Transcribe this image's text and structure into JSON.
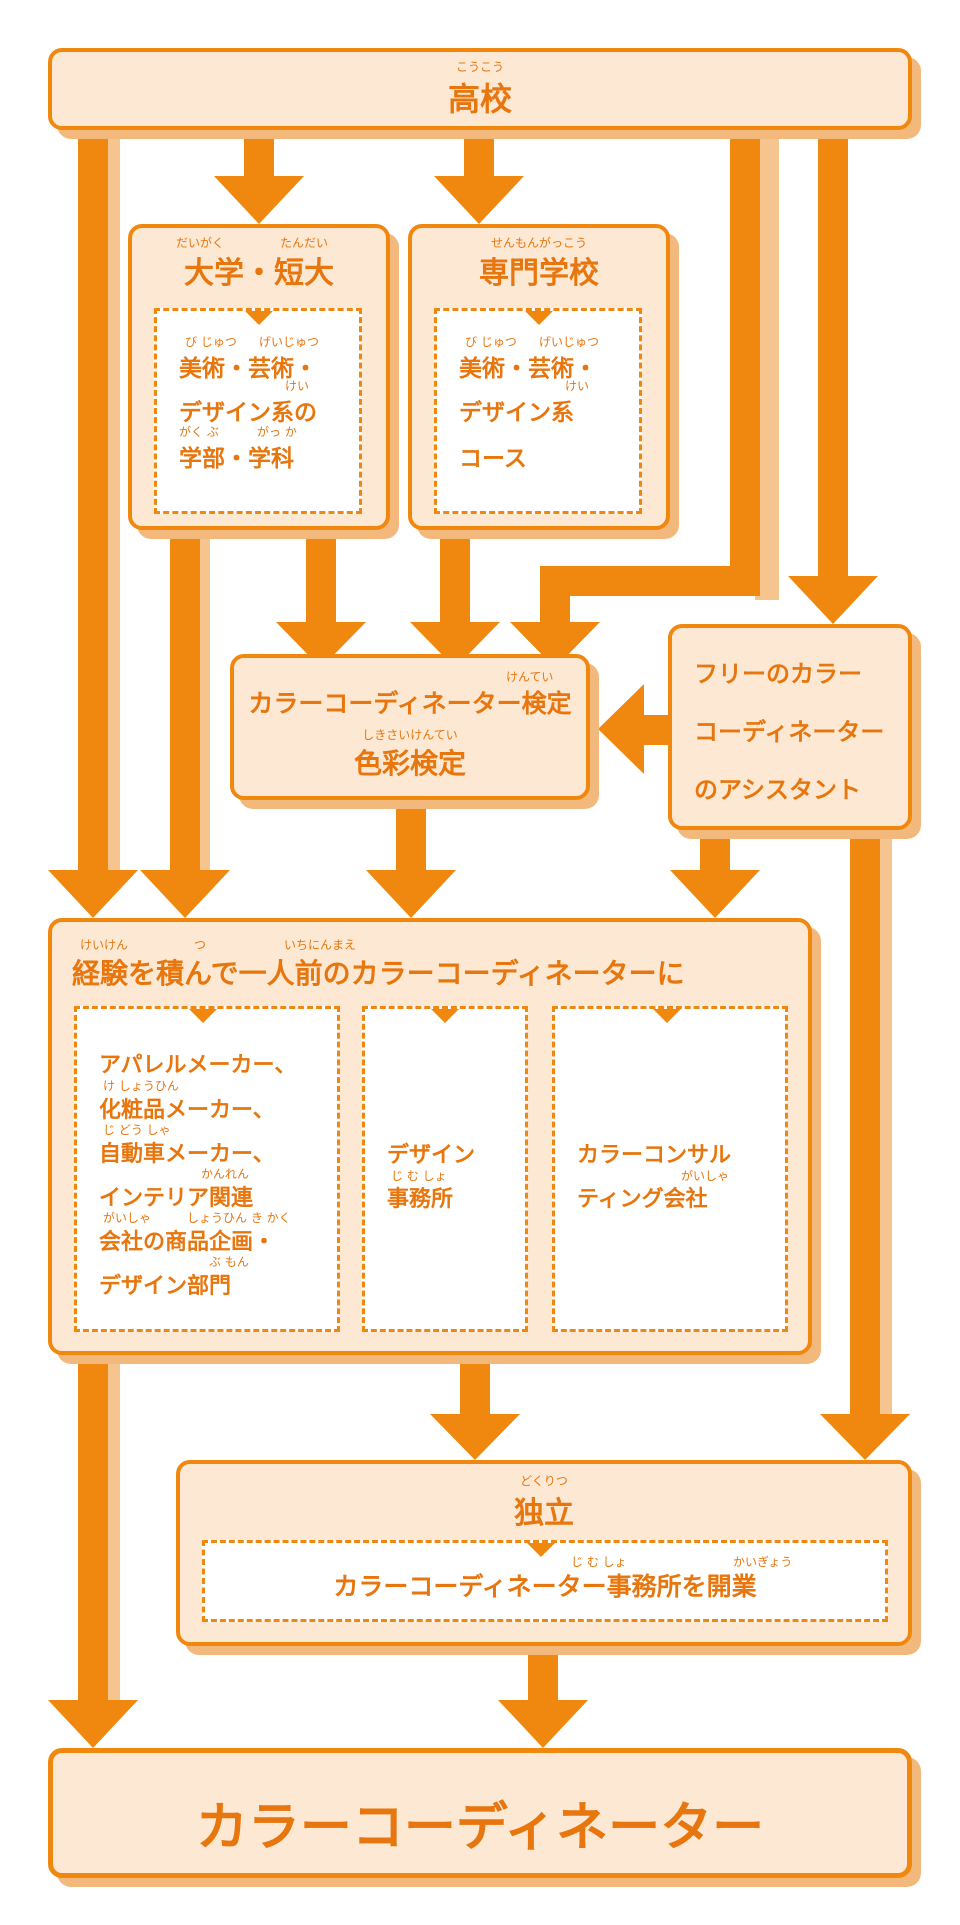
{
  "high_school": {
    "title": "高校",
    "ruby": "こうこう"
  },
  "university": {
    "title": "大学・短大",
    "ruby_1": "だいがく",
    "ruby_2": "たんだい",
    "detail_line1": "美術・芸術・",
    "detail_line2": "デザイン系の",
    "detail_line3": "学部・学科",
    "ruby_line1a": "び じゅつ",
    "ruby_line1b": "げいじゅつ",
    "ruby_line2": "けい",
    "ruby_line3a": "がく ぶ",
    "ruby_line3b": "がっ か"
  },
  "vocational": {
    "title": "専門学校",
    "ruby": "せんもんがっこう",
    "detail_line1": "美術・芸術・",
    "detail_line2": "デザイン系",
    "detail_line3": "コース",
    "ruby_line1a": "び じゅつ",
    "ruby_line1b": "げいじゅつ",
    "ruby_line2": "けい"
  },
  "certification": {
    "line1": "カラーコーディネーター検定",
    "line2": "色彩検定",
    "ruby_1": "けんてい",
    "ruby_2": "しきさいけんてい"
  },
  "assistant": {
    "line1": "フリーのカラー",
    "line2": "コーディネーター",
    "line3": "のアシスタント"
  },
  "experience": {
    "title": "経験を積んで一人前のカラーコーディネーターに",
    "ruby_1": "けいけん",
    "ruby_2": "つ",
    "ruby_3": "いちにんまえ",
    "col1_line1": "アパレルメーカー、",
    "col1_line2": "化粧品メーカー、",
    "col1_line3": "自動車メーカー、",
    "col1_line4": "インテリア関連",
    "col1_line5": "会社の商品企画・",
    "col1_line6": "デザイン部門",
    "col1_ruby2": "け しょうひん",
    "col1_ruby3": "じ どう しゃ",
    "col1_ruby4": "かんれん",
    "col1_ruby5a": "がいしゃ",
    "col1_ruby5b": "しょうひん き かく",
    "col1_ruby6": "ぶ もん",
    "col2_line1": "デザイン",
    "col2_line2": "事務所",
    "col2_ruby": "じ む しょ",
    "col3_line1": "カラーコンサル",
    "col3_line2": "ティング会社",
    "col3_ruby": "がいしゃ"
  },
  "independence": {
    "title": "独立",
    "ruby": "どくりつ",
    "detail": "カラーコーディネーター事務所を開業",
    "ruby_d1": "じ む しょ",
    "ruby_d2": "かいぎょう"
  },
  "goal": {
    "title": "カラーコーディネーター"
  },
  "colors": {
    "accent": "#f0880f",
    "box_fill": "#fde9d3",
    "shadow": "#f3b97c",
    "text": "#e8760f"
  }
}
